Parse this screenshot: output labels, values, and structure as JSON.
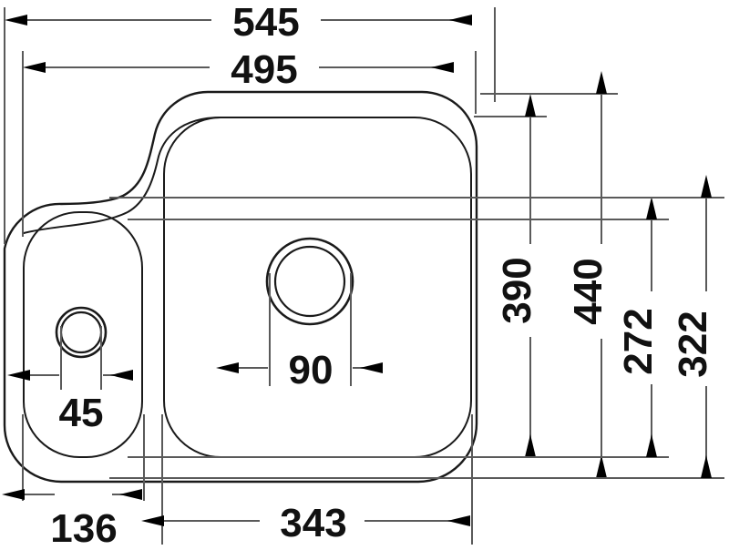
{
  "drawing": {
    "title": "Kitchen sink technical dimension drawing",
    "units": "mm",
    "line_color": "#1a1a1a",
    "dim_color": "#5a5a5a",
    "background": "#ffffff"
  },
  "dimensions": {
    "horizontal": [
      {
        "id": "d545",
        "label": "545",
        "value": 545,
        "position": "top",
        "orientation": "horizontal",
        "describes": "overall outer width of sink"
      },
      {
        "id": "d495",
        "label": "495",
        "value": 495,
        "position": "top",
        "orientation": "horizontal",
        "describes": "inner bowl span width"
      },
      {
        "id": "d90",
        "label": "90",
        "value": 90,
        "position": "center",
        "orientation": "horizontal",
        "describes": "main bowl drain diameter"
      },
      {
        "id": "d45",
        "label": "45",
        "value": 45,
        "position": "center-left",
        "orientation": "horizontal",
        "describes": "small bowl drain diameter"
      },
      {
        "id": "d136",
        "label": "136",
        "value": 136,
        "position": "bottom",
        "orientation": "horizontal",
        "describes": "small bowl width"
      },
      {
        "id": "d343",
        "label": "343",
        "value": 343,
        "position": "bottom",
        "orientation": "horizontal",
        "describes": "main bowl width"
      }
    ],
    "vertical": [
      {
        "id": "d390",
        "label": "390",
        "value": 390,
        "position": "right",
        "orientation": "vertical",
        "describes": "main bowl inner depth"
      },
      {
        "id": "d440",
        "label": "440",
        "value": 440,
        "position": "right",
        "orientation": "vertical",
        "describes": "overall outer depth"
      },
      {
        "id": "d272",
        "label": "272",
        "value": 272,
        "position": "right",
        "orientation": "vertical",
        "describes": "small bowl inner depth"
      },
      {
        "id": "d322",
        "label": "322",
        "value": 322,
        "position": "right",
        "orientation": "vertical",
        "describes": "small bowl outer depth"
      }
    ]
  },
  "features": {
    "main_bowl": {
      "name": "main-bowl",
      "drain_diameter": 90
    },
    "small_bowl": {
      "name": "small-bowl",
      "drain_diameter": 45
    }
  }
}
